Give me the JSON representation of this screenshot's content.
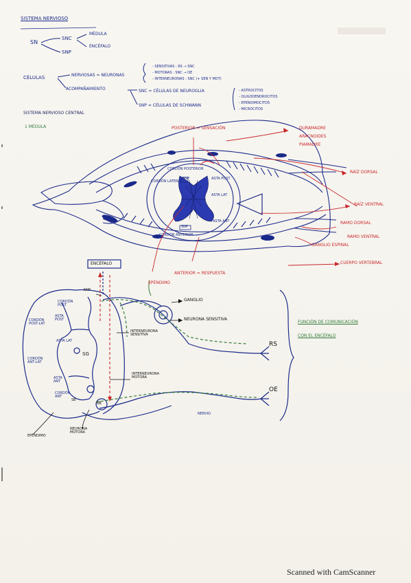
{
  "header": {
    "title": "SISTEMA NERVIOSO",
    "sn": "SN",
    "snc": "SNC",
    "snp": "SNP",
    "medula": "MÉDULA",
    "encefalo": "ENCÉFALO"
  },
  "cells": {
    "label": "CÉLULAS",
    "nerviosas": "NERVIOSAS = NEURONAS",
    "acompanamiento": "ACOMPAÑAMIENTO",
    "sensitivas": "- SENSITIVAS : RS → SNC",
    "motoras": "- MOTORAS : SNC → OE",
    "interneuronas": "- INTERNEURONAS : SNC (+ SEN Y MOT)",
    "snc_glia": "SNC = CÉLULAS DE NEUROGLIA",
    "snp_schwann": "SNP = CÉLULAS DE SCHWANN",
    "glia_types": [
      "- ASTROCITOS",
      "- OLIGODENDROCITOS",
      "- EPENDIMOCITOS",
      "- MICROCITOS"
    ]
  },
  "section": {
    "title": "SISTEMA NERVIOSO CENTRAL",
    "subtitle": "1 MÉDULA"
  },
  "diagram1": {
    "posterior": "POSTERIOR = SENSACIÓN",
    "meninges": [
      "DURAMADRE",
      "ARACNOIDES",
      "PIAMADRE"
    ],
    "raiz_dorsal": "RAÍZ DORSAL",
    "raiz_ventral": "RAÍZ VENTRAL",
    "ramo_dorsal": "RAMO DORSAL",
    "ramo_ventral": "RAMO VENTRAL",
    "ganglio_espinal": "GANGLIO ESPINAL",
    "cuerpo_vertebral": "CUERPO VERTEBRAL",
    "anterior": "ANTERIOR = RESPUESTA",
    "inner": {
      "asta_post": "ASTA POST",
      "asta_ant": "ASTA ANT",
      "asta_lat": "ASTA LAT",
      "cordon_post": "CORDÓN POSTERIOR",
      "cordon_lat": "CORDÓN LATERAL",
      "cordon_ant": "CORDÓN ANTERIOR",
      "snp": "SNP",
      "snp2": "SNP"
    }
  },
  "diagram2": {
    "encefalo": "ENCÉFALO",
    "snp": "SNP",
    "ependimo": "EPÉNDIMO",
    "ganglio": "GANGLIO",
    "neurona_sensitiva": "NEURONA SENSITIVA",
    "interneurona_sensitiva": "INTERNEURONA SENSITIVA",
    "interneurona_motora": "INTERNEURONA MOTORA",
    "neurona_motora": "NEURONA MOTORA",
    "nervio": "NERVIO",
    "rs": "RS",
    "oe": "OE",
    "sg": "SG",
    "sb": "SB",
    "sb2": "SB",
    "ependimo_bottom": "EPÉNDIMO",
    "funcion": [
      "FUNCIÓN DE COMUNICACIÓN",
      "CON EL ENCÉFALO"
    ],
    "cordon_post": "CORDÓN POST",
    "cordon_post_lat": "CORDÓN POST-LAT",
    "asta_post": "ASTA POST",
    "asta_lat": "ASTA LAT",
    "cordon_ant_lat": "CORDÓN ANT-LAT",
    "asta_ant": "ASTA ANT",
    "cordon_ant": "CORDÓN ANT"
  },
  "footer": {
    "scanner": "Scanned with CamScanner"
  },
  "colors": {
    "ink_blue": "#1a2a8a",
    "ink_red": "#c8272b",
    "ink_green": "#2f7a3a"
  }
}
